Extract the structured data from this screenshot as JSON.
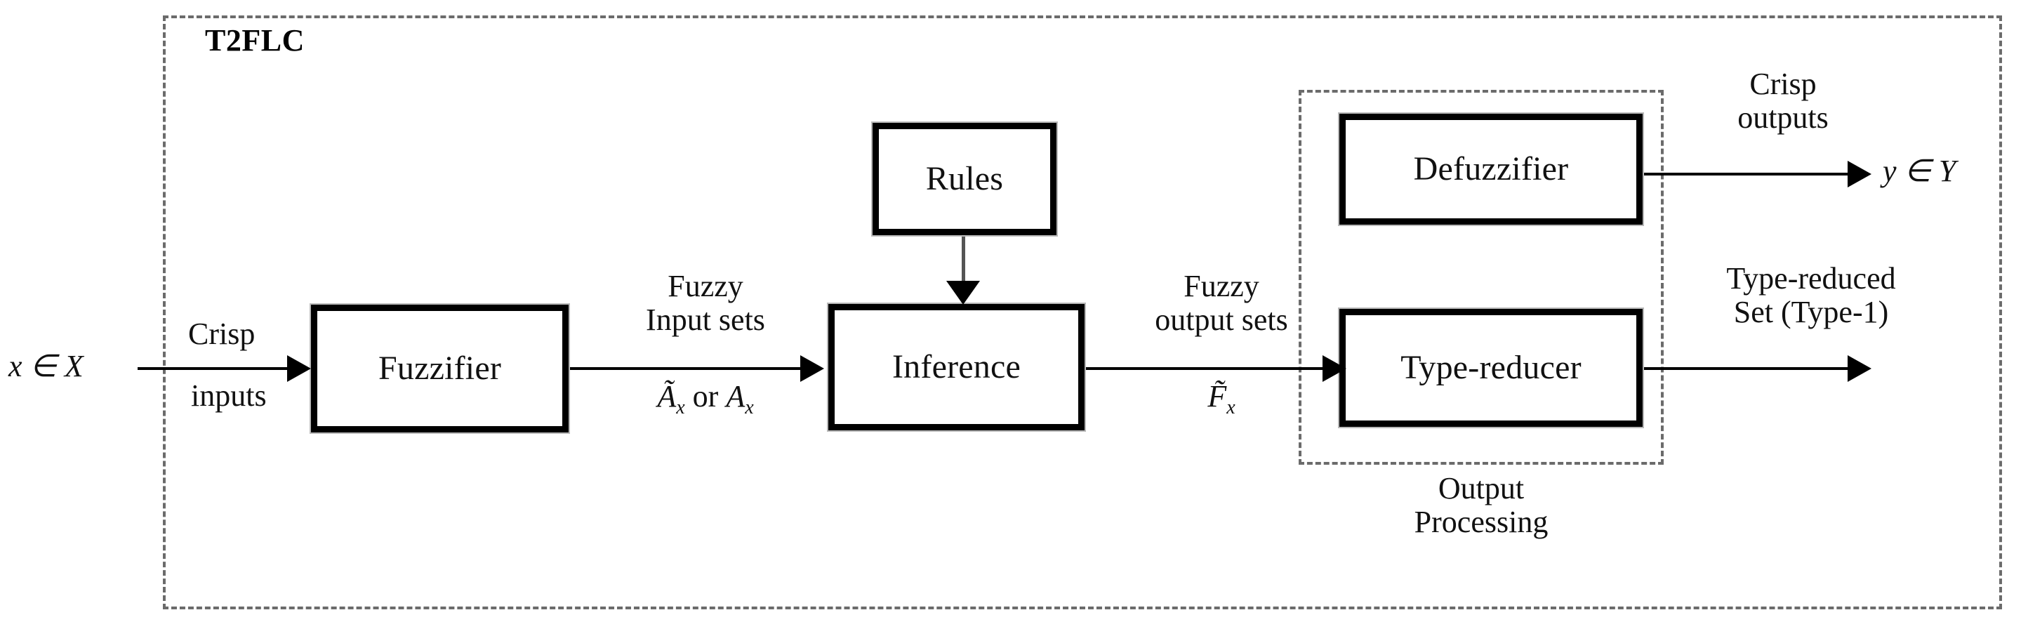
{
  "diagram": {
    "title": "T2FLC",
    "outer_container_label": "T2FLC",
    "inner_container_label_line1": "Output",
    "inner_container_label_line2": "Processing",
    "accent_color": "#000000",
    "dashed_border_color": "#6b6b6b",
    "background_color": "#ffffff"
  },
  "blocks": {
    "fuzzifier": "Fuzzifier",
    "rules": "Rules",
    "inference": "Inference",
    "defuzzifier": "Defuzzifier",
    "type_reducer": "Type-reducer"
  },
  "io": {
    "input_symbol": "x ∈ X",
    "output_symbol": "y ∈ Y"
  },
  "edge_labels": {
    "crisp_inputs_line1": "Crisp",
    "crisp_inputs_line2": "inputs",
    "fuzzy_input_sets_line1": "Fuzzy",
    "fuzzy_input_sets_line2": "Input sets",
    "fuzzy_input_sets_math_a": "Ã",
    "fuzzy_input_sets_math_sub_a": "x",
    "fuzzy_input_sets_math_or": " or ",
    "fuzzy_input_sets_math_b": "A",
    "fuzzy_input_sets_math_sub_b": "x",
    "fuzzy_output_sets_line1": "Fuzzy",
    "fuzzy_output_sets_line2": "output sets",
    "fuzzy_output_sets_math": "F̃",
    "fuzzy_output_sets_math_sub": "x",
    "crisp_outputs_line1": "Crisp",
    "crisp_outputs_line2": "outputs",
    "type_reduced_line1": "Type-reduced",
    "type_reduced_line2": "Set (Type-1)"
  }
}
